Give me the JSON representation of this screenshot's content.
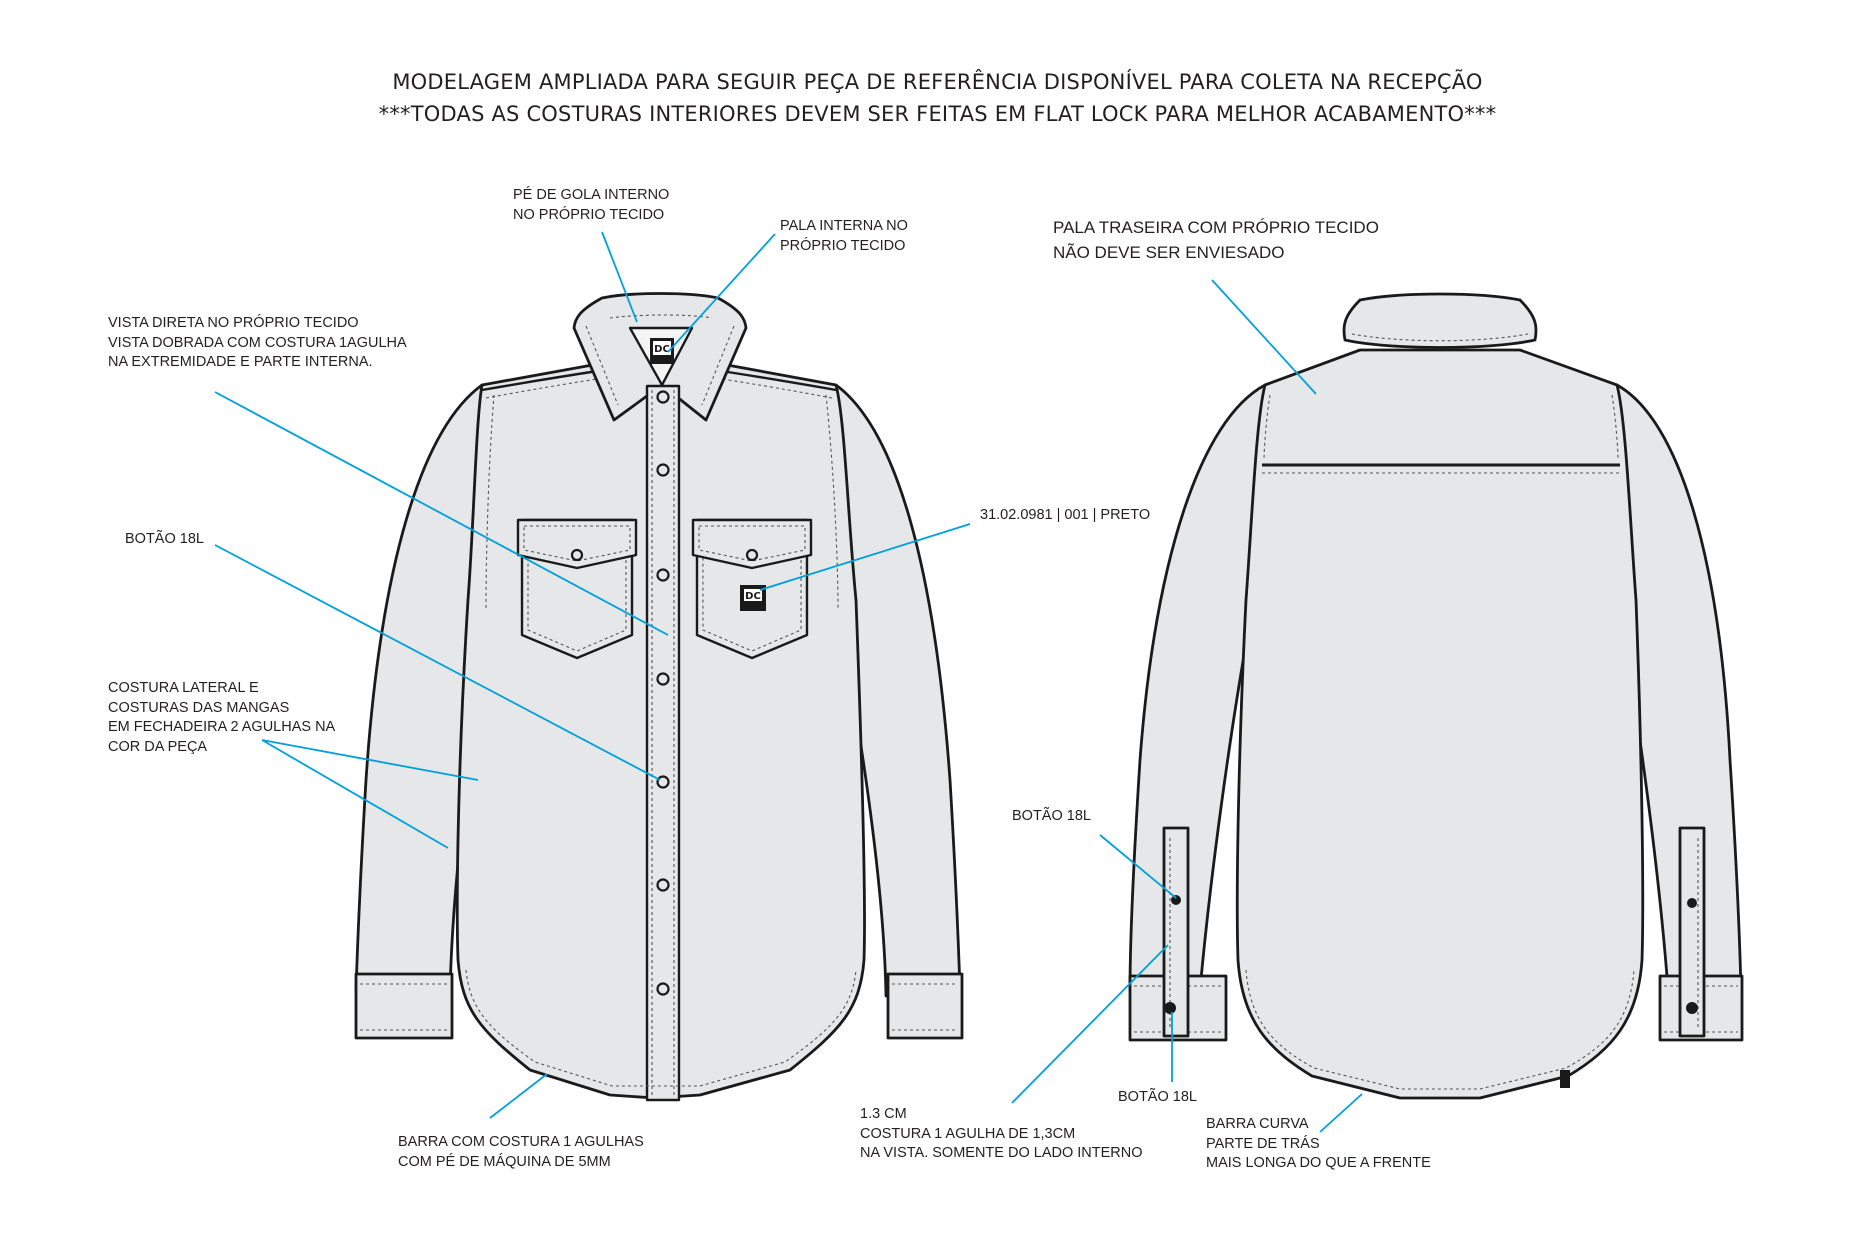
{
  "header": {
    "line1": "MODELAGEM AMPLIADA PARA SEGUIR PEÇA DE REFERÊNCIA DISPONÍVEL PARA COLETA NA RECEPÇÃO",
    "line2": "***TODAS AS COSTURAS INTERIORES DEVEM SER FEITAS EM FLAT LOCK PARA MELHOR ACABAMENTO***"
  },
  "labels": {
    "collar_stand": [
      "PÉ DE GOLA INTERNO",
      "NO PRÓPRIO TECIDO"
    ],
    "inner_yoke": [
      "PALA INTERNA NO",
      "PRÓPRIO TECIDO"
    ],
    "placket": [
      "VISTA DIRETA NO PRÓPRIO TECIDO",
      "VISTA DOBRADA COM COSTURA 1AGULHA",
      "NA EXTREMIDADE E PARTE INTERNA."
    ],
    "front_button": "BOTÃO 18L",
    "side_seam": [
      "COSTURA LATERAL E",
      "COSTURAS DAS MANGAS",
      "EM FECHADEIRA 2 AGULHAS NA",
      "COR DA PEÇA"
    ],
    "hem_front": [
      "BARRA COM COSTURA 1 AGULHAS",
      "COM PÉ DE MÁQUINA DE 5MM"
    ],
    "color_code": "31.02.0981 | 001 | PRETO",
    "back_yoke": [
      "PALA TRASEIRA COM PRÓPRIO TECIDO",
      "NÃO DEVE SER ENVIESADO"
    ],
    "sleeve_button": "BOTÃO 18L",
    "placket_stitch": [
      "1.3 CM",
      "COSTURA 1 AGULHA DE 1,3CM",
      "NA VISTA. SOMENTE DO LADO INTERNO"
    ],
    "cuff_button": "BOTÃO 18L",
    "hem_back": [
      "BARRA CURVA",
      "PARTE DE TRÁS",
      "MAIS LONGA DO QUE A FRENTE"
    ]
  },
  "colors": {
    "leader": "#00a0dc",
    "garment_fill": "#e6e7e8",
    "outline": "#1a1a1a"
  }
}
